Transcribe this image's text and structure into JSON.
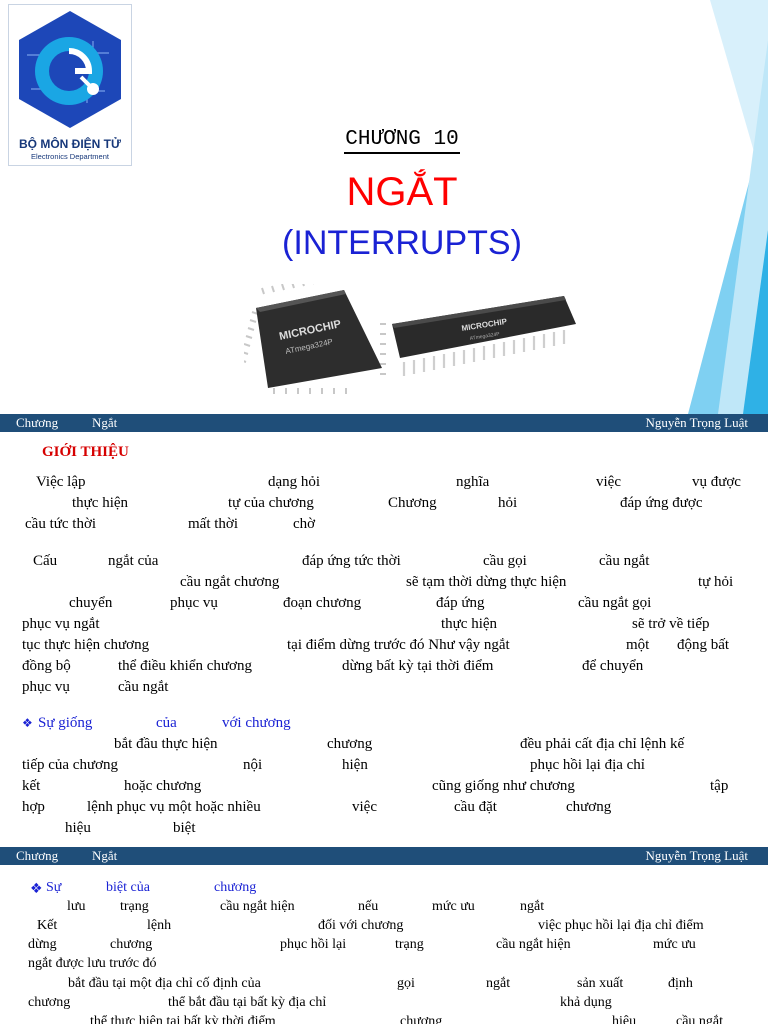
{
  "logo": {
    "name": "BỘ MÔN ĐIỆN TỬ",
    "subtitle": "Electronics Department"
  },
  "title_slide": {
    "chapter": "CHƯƠNG 10",
    "title": "NGẮT",
    "subtitle": "(INTERRUPTS)",
    "chip_brand": "MICROCHIP",
    "chip_model": "ATmega324P"
  },
  "footer": {
    "left_1": "Chương",
    "left_2": "Ngắt",
    "right": "Nguyễn Trọng Luật"
  },
  "slide2": {
    "heading": "GIỚI THIỆU",
    "p1": [
      [
        "Việc lập",
        "dạng hỏi",
        "nghĩa",
        "việc",
        "vụ được"
      ],
      [
        "thực hiện",
        "tự của chương",
        "Chương",
        "hỏi",
        "đáp ứng được"
      ],
      [
        "cầu tức thời",
        "mất thời",
        "chờ"
      ]
    ],
    "p2": [
      [
        "Cấu",
        "ngắt của",
        "đáp ứng tức thời",
        "cầu gọi",
        "cầu ngắt"
      ],
      [
        "cầu ngắt chương",
        "sẽ tạm thời dừng thực hiện",
        "tự hỏi"
      ],
      [
        "chuyển",
        "phục vụ",
        "đoạn chương",
        "đáp ứng",
        "cầu ngắt gọi"
      ],
      [
        "phục vụ ngắt",
        "thực hiện",
        "sẽ trở về tiếp"
      ],
      [
        "tục thực hiện chương",
        "tại điểm dừng trước đó Như vậy ngắt",
        "một",
        "động bất"
      ],
      [
        "đồng bộ",
        "thể điều khiển chương",
        "dừng bất kỳ tại thời điểm",
        "để chuyển"
      ],
      [
        "phục vụ",
        "cầu ngắt"
      ]
    ],
    "similar_heading": [
      "Sự giống",
      "của",
      "với chương"
    ],
    "p3": [
      [
        "bắt đầu thực hiện",
        "chương",
        "đều phải cất địa chỉ lệnh kế"
      ],
      [
        "tiếp của chương",
        "nội",
        "hiện",
        "phục hồi lại địa chỉ"
      ],
      [
        "kết",
        "hoặc chương",
        "cũng giống như chương",
        "tập"
      ],
      [
        "hợp",
        "lệnh phục vụ một hoặc nhiều",
        "việc",
        "cầu đặt",
        "chương"
      ],
      [
        "hiệu",
        "biệt"
      ]
    ]
  },
  "slide3": {
    "diff_heading": [
      "Sự",
      "biệt của",
      "chương"
    ],
    "lines": [
      [
        "lưu",
        "trạng",
        "cầu ngắt hiện",
        "nếu",
        "mức ưu",
        "ngắt"
      ],
      [
        "Kết",
        "lệnh",
        "đối với chương",
        "việc phục hồi lại địa chỉ điểm"
      ],
      [
        "dừng",
        "chương",
        "phục hồi lại",
        "trạng",
        "cầu ngắt hiện",
        "mức ưu"
      ],
      [
        "ngắt được lưu trước đó"
      ],
      [
        "bắt đầu tại một địa chỉ cố định của",
        "gọi",
        "ngắt",
        "sản xuất",
        "định"
      ],
      [
        "chương",
        "thể bắt đầu tại bất kỳ địa chỉ",
        "khả dụng"
      ],
      [
        "thể thực hiện tại bất kỳ thời điểm",
        "chương",
        "hiệu",
        "cầu ngắt"
      ]
    ]
  }
}
